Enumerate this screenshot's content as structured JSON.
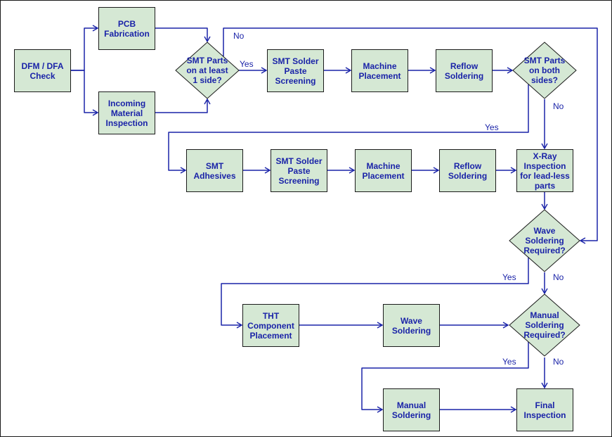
{
  "colors": {
    "node_fill": "#d5e8d4",
    "node_border": "#1b1b1b",
    "text": "#1a23a8",
    "connector": "#1a23a8"
  },
  "nodes": {
    "dfm_check": "DFM / DFA\nCheck",
    "pcb_fabrication": "PCB\nFabrication",
    "incoming_inspection": "Incoming\nMaterial\nInspection",
    "smt_one_side_decision": "SMT Parts\non at least\n1 side?",
    "smt_paste_top": "SMT Solder\nPaste\nScreening",
    "placement_top": "Machine\nPlacement",
    "reflow_top": "Reflow\nSoldering",
    "smt_both_sides_decision": "SMT Parts\non both\nsides?",
    "smt_adhesives": "SMT\nAdhesives",
    "smt_paste_bottom": "SMT Solder\nPaste\nScreening",
    "placement_bottom": "Machine\nPlacement",
    "reflow_bottom": "Reflow\nSoldering",
    "xray_inspection": "X-Ray\nInspection\nfor lead-less\nparts",
    "wave_required_decision": "Wave\nSoldering\nRequired?",
    "tht_placement": "THT\nComponent\nPlacement",
    "wave_soldering": "Wave\nSoldering",
    "manual_required_decision": "Manual\nSoldering\nRequired?",
    "manual_soldering": "Manual\nSoldering",
    "final_inspection": "Final\nInspection"
  },
  "edge_labels": {
    "one_side_no": "No",
    "one_side_yes": "Yes",
    "both_sides_no": "No",
    "both_sides_yes": "Yes",
    "wave_yes": "Yes",
    "wave_no": "No",
    "manual_yes": "Yes",
    "manual_no": "No"
  }
}
